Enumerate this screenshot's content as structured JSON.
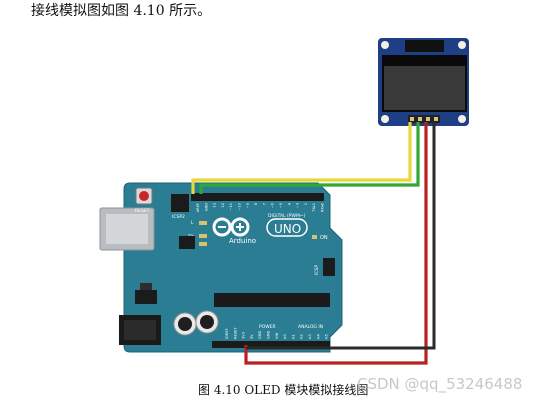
{
  "intro_text": "接线模拟图如图 4.10 所示。",
  "caption": "图 4.10 OLED 模块模拟接线图",
  "watermark": "CSDN @qq_53246488",
  "board": {
    "brand": "Arduino",
    "model": "UNO",
    "reset_label": "RESET",
    "icsp2_label": "ICSP2",
    "icsp_label": "ICSP",
    "digital_label": "DIGITAL (PWM~)",
    "power_label": "POWER",
    "analog_label": "ANALOG IN",
    "on_label": "ON",
    "l_label": "L",
    "tx_label": "TX",
    "rx_label": "RX",
    "top_pin_labels": [
      "AREF",
      "GND",
      "13",
      "12",
      "~11",
      "~10",
      "~9",
      "8",
      "7",
      "~6",
      "~5",
      "4",
      "~3",
      "2",
      "TX▸1",
      "RX◂0"
    ],
    "bottom_pin_labels": [
      "IOREF",
      "RESET",
      "3V3",
      "5V",
      "GND",
      "GND",
      "VIN",
      "A0",
      "A1",
      "A2",
      "A3",
      "A4",
      "A5"
    ]
  },
  "colors": {
    "board": "#2a7d92",
    "board_edge": "#1f6374",
    "wire_yellow": "#e8d73a",
    "wire_green": "#32a834",
    "wire_red": "#b8201f",
    "wire_black": "#2a2a2a",
    "oled_pcb": "#1e3f86",
    "oled_screen": "#0a0a0a"
  }
}
